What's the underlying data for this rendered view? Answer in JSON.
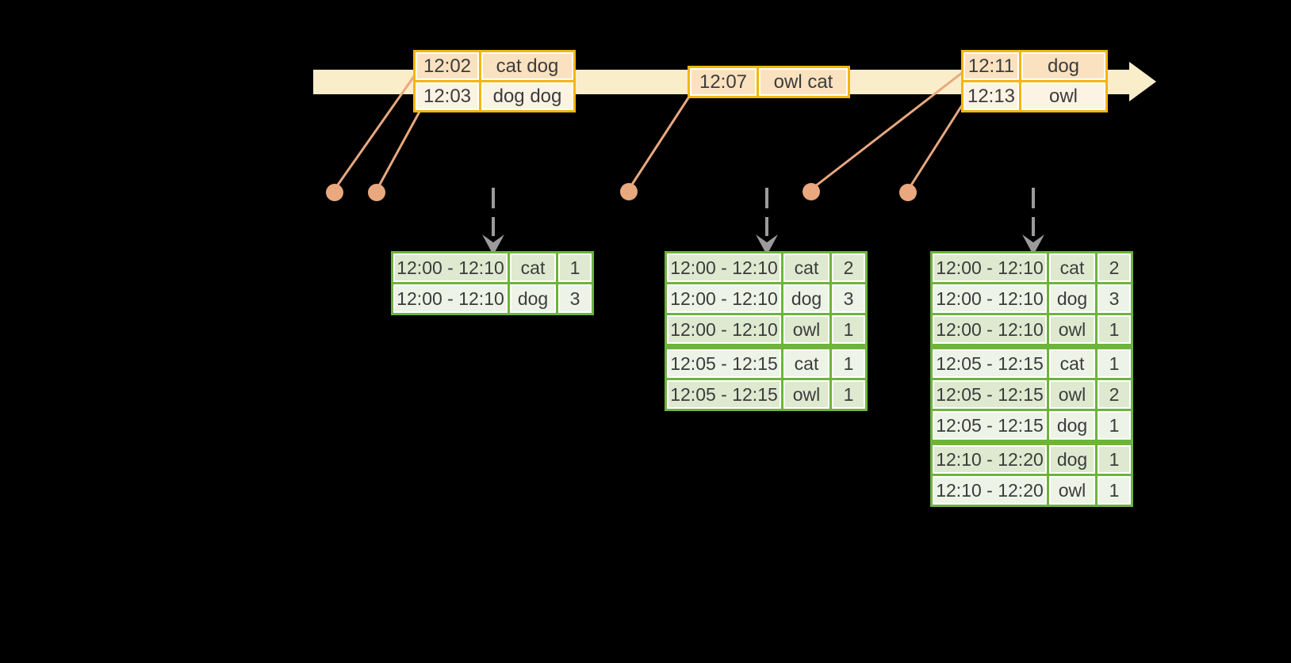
{
  "colors": {
    "background": "#000000",
    "timeline_fill": "#FAEECA",
    "event_table_border": "#F2B60D",
    "event_row_fill_dark": "#FAE2C0",
    "event_row_fill_light": "#FDF3E4",
    "result_table_border": "#6EB33C",
    "result_row_fill_dark": "#DEE9D0",
    "result_row_fill_light": "#EDF3E6",
    "connector_line": "#E9A87E",
    "trigger_arrow": "#9B9B9B",
    "text": "#3C3C3C"
  },
  "icons": {
    "timeline_arrowhead": "right-arrow",
    "trigger_arrow": "dashed-down-arrow",
    "event_marker": "filled-circle"
  },
  "timeline": {
    "event_tables": [
      {
        "rows": [
          {
            "time": "12:02",
            "words": "cat dog"
          },
          {
            "time": "12:03",
            "words": "dog dog"
          }
        ]
      },
      {
        "rows": [
          {
            "time": "12:07",
            "words": "owl cat"
          }
        ]
      },
      {
        "rows": [
          {
            "time": "12:11",
            "words": "dog"
          },
          {
            "time": "12:13",
            "words": "owl"
          }
        ]
      }
    ]
  },
  "result_tables": [
    {
      "rows": [
        {
          "window": "12:00 - 12:10",
          "word": "cat",
          "count": "1"
        },
        {
          "window": "12:00 - 12:10",
          "word": "dog",
          "count": "3"
        }
      ]
    },
    {
      "rows": [
        {
          "window": "12:00 - 12:10",
          "word": "cat",
          "count": "2"
        },
        {
          "window": "12:00 - 12:10",
          "word": "dog",
          "count": "3"
        },
        {
          "window": "12:00 - 12:10",
          "word": "owl",
          "count": "1"
        },
        {
          "window": "12:05 - 12:15",
          "word": "cat",
          "count": "1",
          "group_start": true
        },
        {
          "window": "12:05 - 12:15",
          "word": "owl",
          "count": "1"
        }
      ]
    },
    {
      "rows": [
        {
          "window": "12:00 - 12:10",
          "word": "cat",
          "count": "2"
        },
        {
          "window": "12:00 - 12:10",
          "word": "dog",
          "count": "3"
        },
        {
          "window": "12:00 - 12:10",
          "word": "owl",
          "count": "1"
        },
        {
          "window": "12:05 - 12:15",
          "word": "cat",
          "count": "1",
          "group_start": true
        },
        {
          "window": "12:05 - 12:15",
          "word": "owl",
          "count": "2"
        },
        {
          "window": "12:05 - 12:15",
          "word": "dog",
          "count": "1"
        },
        {
          "window": "12:10 - 12:20",
          "word": "dog",
          "count": "1",
          "group_start": true
        },
        {
          "window": "12:10 - 12:20",
          "word": "owl",
          "count": "1"
        }
      ]
    }
  ]
}
